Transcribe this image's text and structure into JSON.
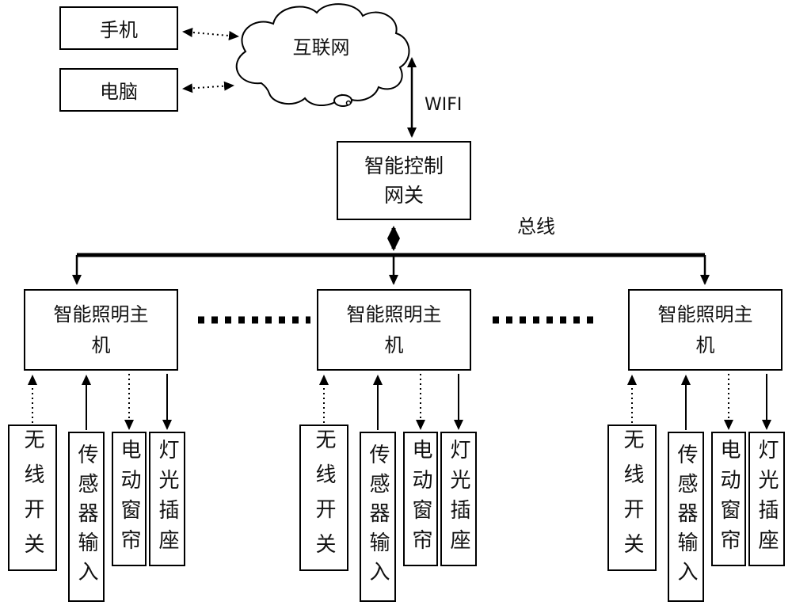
{
  "diagram": {
    "labels": {
      "phone": "手机",
      "computer": "电脑",
      "internet": "互联网",
      "wifi": "WIFI",
      "gateway_line1": "智能控制",
      "gateway_line2": "网关",
      "bus": "总线",
      "host": "智能照明主机",
      "wireless_switch": "无线开关",
      "sensor_input": "传感器输入",
      "electric_curtain": "电动窗帘",
      "light_socket": "灯光插座"
    },
    "colors": {
      "line": "#000000",
      "background": "#ffffff",
      "text": "#111111"
    }
  }
}
